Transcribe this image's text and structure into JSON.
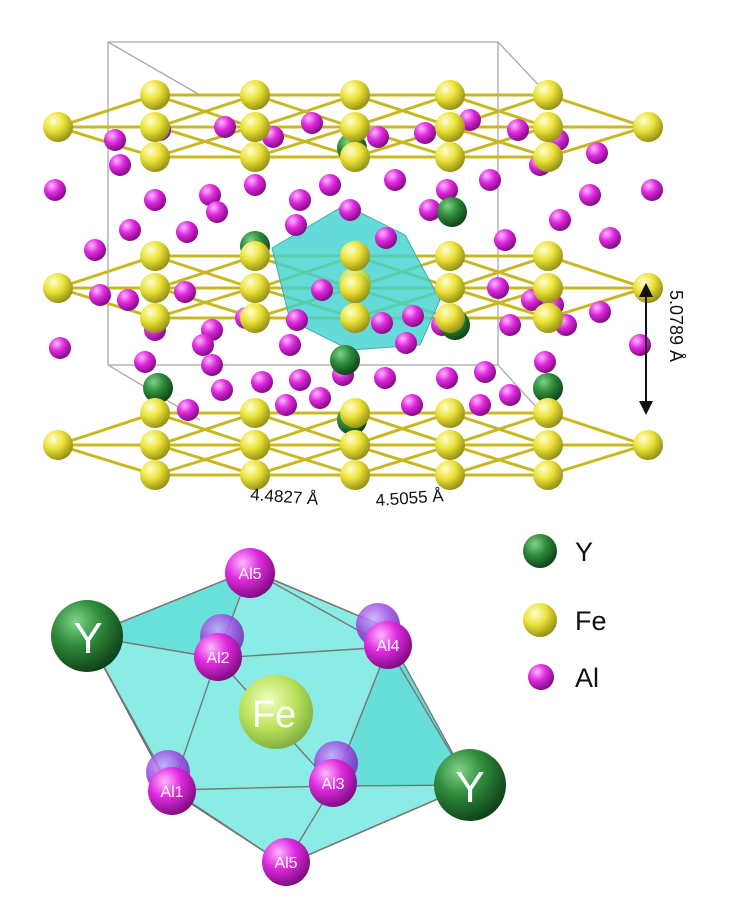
{
  "structure": {
    "dimensions": {
      "a": "4.4827 Å",
      "b": "4.5055 Å",
      "c": "5.0789 Å"
    }
  },
  "polyhedron": {
    "center": "Fe",
    "vertices": {
      "y_left": "Y",
      "y_right": "Y",
      "al5_top": "Al5",
      "al2": "Al2",
      "al4": "Al4",
      "al1": "Al1",
      "al3": "Al3",
      "al5_bottom": "Al5"
    }
  },
  "legend": {
    "items": [
      {
        "symbol": "Y",
        "color": "#1e6b2a"
      },
      {
        "symbol": "Fe",
        "color": "#e7e23a"
      },
      {
        "symbol": "Al",
        "color": "#d61fd6"
      }
    ]
  },
  "colors": {
    "y_atom": "#1e6b2a",
    "fe_atom": "#e7e23a",
    "al_atom": "#d61fd6",
    "polyhedron_fill": "#5fe0d8",
    "bond": "#c8b820",
    "cell_edge": "#a0a0a0"
  }
}
